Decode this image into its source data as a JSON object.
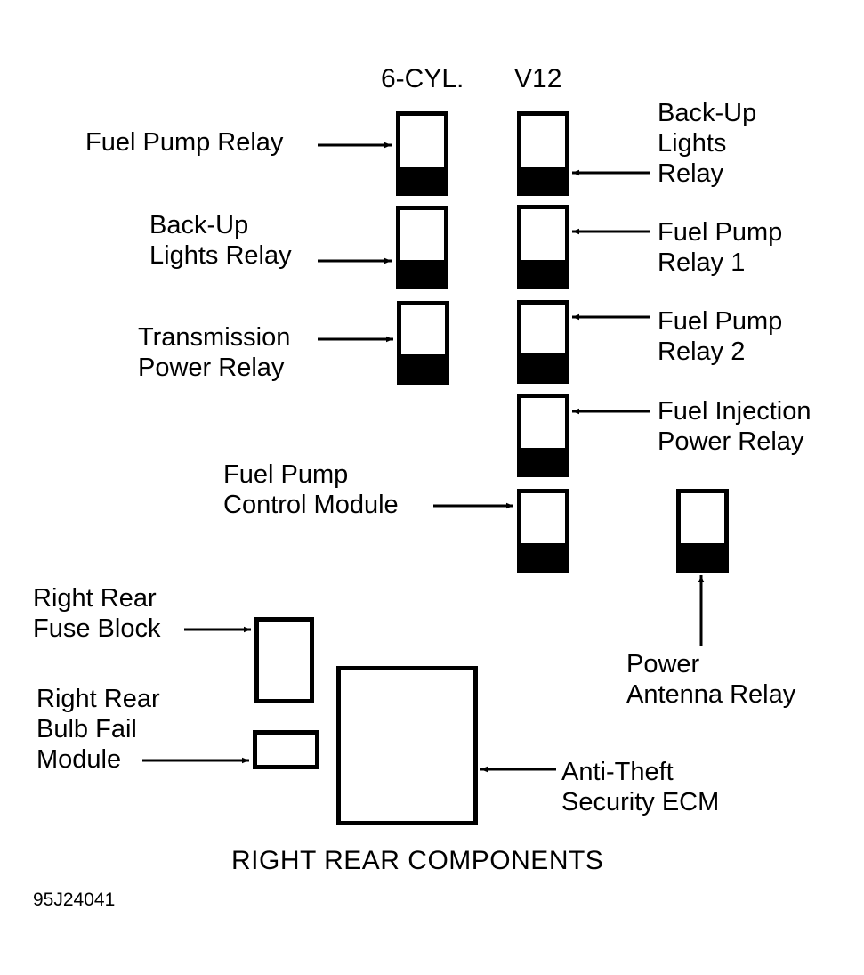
{
  "columns": {
    "six_cyl": "6-CYL.",
    "v12": "V12"
  },
  "labels": {
    "six_fuel_pump_relay": [
      "Fuel Pump Relay"
    ],
    "six_backup_lights_relay": [
      "Back-Up",
      "Lights Relay"
    ],
    "six_transmission_power_relay": [
      "Transmission",
      "Power Relay"
    ],
    "v12_backup_lights_relay": [
      "Back-Up",
      "Lights",
      "Relay"
    ],
    "v12_fuel_pump_relay_1": [
      "Fuel Pump",
      "Relay 1"
    ],
    "v12_fuel_pump_relay_2": [
      "Fuel Pump",
      "Relay 2"
    ],
    "v12_fuel_injection_power_relay": [
      "Fuel Injection",
      "Power Relay"
    ],
    "fuel_pump_control_module": [
      "Fuel Pump",
      "Control Module"
    ],
    "power_antenna_relay": [
      "Power",
      "Antenna Relay"
    ],
    "right_rear_fuse_block": [
      "Right Rear",
      "Fuse Block"
    ],
    "right_rear_bulb_fail_module": [
      "Right Rear",
      "Bulb Fail",
      "Module"
    ],
    "anti_theft_security_ecm": [
      "Anti-Theft",
      "Security ECM"
    ]
  },
  "title": "RIGHT REAR COMPONENTS",
  "figure_code": "95J24041"
}
